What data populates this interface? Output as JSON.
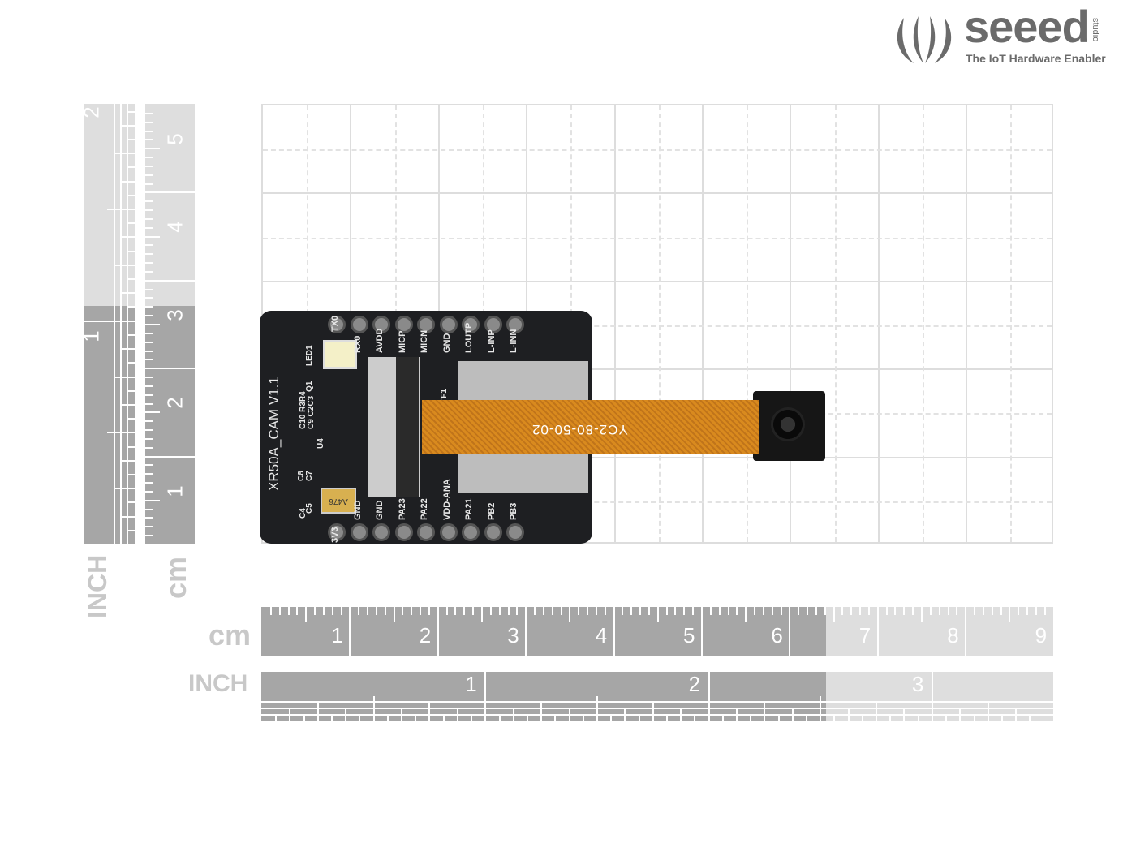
{
  "logo": {
    "brand": "seeed",
    "sub": "studio",
    "tagline": "The IoT Hardware Enabler"
  },
  "rulers": {
    "horizontal_cm": {
      "label": "cm",
      "numbers": [
        "1",
        "2",
        "3",
        "4",
        "5",
        "6",
        "7",
        "8",
        "9"
      ]
    },
    "horizontal_inch": {
      "label": "INCH",
      "numbers": [
        "1",
        "2",
        "3"
      ]
    },
    "vertical_inch": {
      "label": "INCH",
      "numbers": [
        "1",
        "2"
      ]
    },
    "vertical_cm": {
      "label": "cm",
      "numbers": [
        "1",
        "2",
        "3",
        "4",
        "5"
      ]
    }
  },
  "board": {
    "title": "XR50A_CAM V1.1",
    "top_pins": [
      "TX0",
      "RX0",
      "AVDD",
      "MICP",
      "MICN",
      "GND",
      "LOUTP",
      "L-INP",
      "L-INN"
    ],
    "bottom_pins": [
      "3V3",
      "GND",
      "GND",
      "PA23",
      "PA22",
      "VDD-ANA",
      "PA21",
      "PB2",
      "PB3"
    ],
    "components": [
      "LED1",
      "Q1",
      "C10 R3R4",
      "C9 C2C3",
      "U4",
      "C8",
      "C7",
      "C5",
      "C4",
      "TF1"
    ],
    "capacitor_marking": "A476",
    "cable_marking": "YC2-80-50-02"
  },
  "colors": {
    "ruler_dark": "#a6a6a6",
    "ruler_light": "#dedede",
    "pcb": "#1e1f22",
    "flex": "#d98a1e"
  }
}
